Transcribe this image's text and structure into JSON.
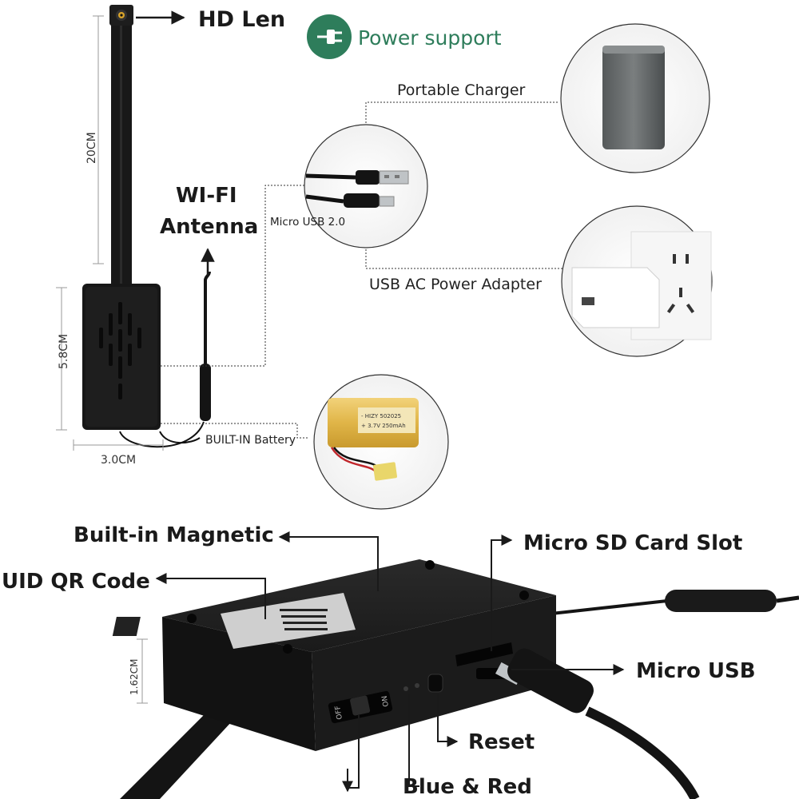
{
  "top": {
    "lens_label": "HD Len",
    "power_label": "Power support",
    "portable_charger_label": "Portable Charger",
    "micro_usb_cable_label": "Micro USB 2.0",
    "adapter_label": "USB AC Power Adapter",
    "wifi_label_line1": "WI-FI",
    "wifi_label_line2": "Antenna",
    "battery_label": "BUILT-IN Battery",
    "battery_print_line1": "- HIZY 502025",
    "battery_print_line2": "+ 3.7V 250mAh",
    "dim_cable": "20CM",
    "dim_height": "5.8CM",
    "dim_width": "3.0CM"
  },
  "bottom": {
    "magnetic_label": "Built-in Magnetic",
    "qr_label": "UID QR Code",
    "sd_label": "Micro SD Card Slot",
    "usb_label": "Micro USB",
    "reset_label": "Reset",
    "led_label": "Blue & Red",
    "dim_thickness": "1.62CM",
    "switch_off": "OFF",
    "switch_on": "ON"
  },
  "colors": {
    "accent_green": "#2e7d5b",
    "device_black": "#151515",
    "text_dark": "#1a1a1a"
  },
  "icons": [
    "plug-icon"
  ]
}
